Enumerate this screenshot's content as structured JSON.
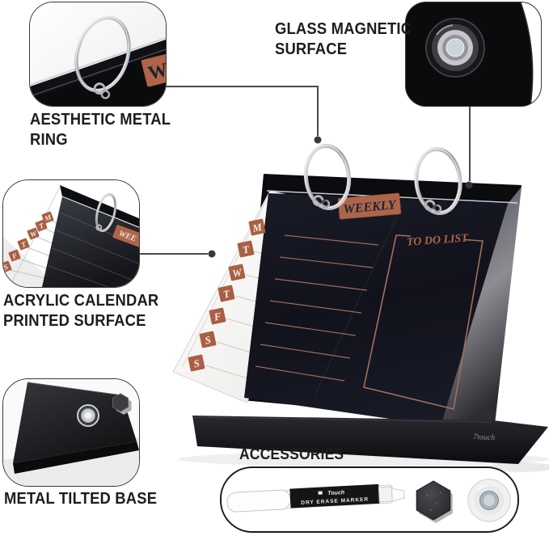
{
  "annotations": {
    "glass": {
      "line1": "GLASS MAGNETIC",
      "line2": "SURFACE"
    },
    "ring": {
      "line1": "AESTHETIC METAL",
      "line2": "RING"
    },
    "acrylic": {
      "line1": "ACRYLIC CALENDAR",
      "line2": "PRINTED SURFACE"
    },
    "base": {
      "line1": "METAL TILTED BASE"
    },
    "accessories_title": "ACCESSORIES"
  },
  "product": {
    "weekly_label": "WEEKLY",
    "todo_label": "TO DO LIST",
    "day_tabs": [
      "M",
      "T",
      "W",
      "T",
      "F",
      "S",
      "S"
    ],
    "brand_logo": "7touch"
  },
  "insets": {
    "metal_ring_photo": {
      "chip_letter": "W"
    },
    "acrylic_photo": {
      "chip_letters": "WEE",
      "tabs": [
        "M",
        "T",
        "W",
        "T",
        "F",
        "S"
      ]
    }
  },
  "accessories": {
    "marker_brand": "Touch",
    "marker_text": "DRY ERASE MARKER"
  },
  "colors": {
    "copper": "#a96048",
    "page_dark": "#13151f",
    "frame_black": "#0b0c10",
    "silver": "#c9c9cd",
    "label_text": "#1d1d1d",
    "callout_line": "#4a4a4a",
    "background": "#ffffff"
  }
}
